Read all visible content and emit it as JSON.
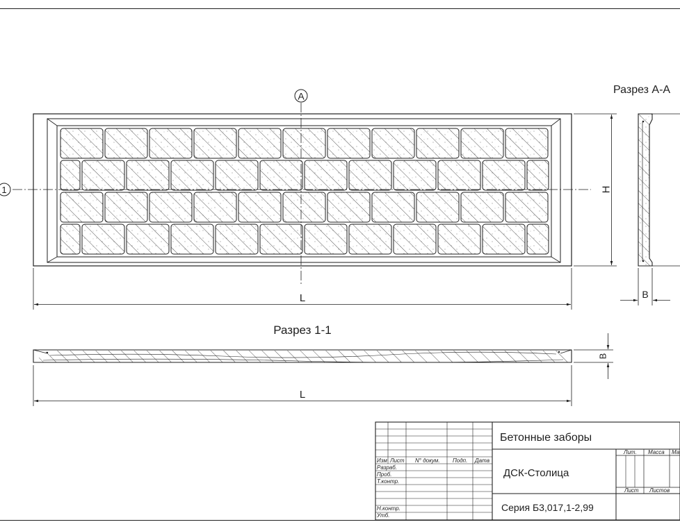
{
  "labels": {
    "section_a": "Разрез А-А",
    "section_1": "Разрез 1-1",
    "marker_a": "А",
    "marker_1": "1",
    "dim_length": "L",
    "dim_length_2": "L",
    "dim_height": "Н",
    "dim_thickness": "В",
    "dim_thickness_2": "В"
  },
  "title_block": {
    "title": "Бетонные заборы",
    "organization": "ДСК-Столица",
    "series": "Серия Б3,017,1-2,99",
    "col_izm": "Изм",
    "col_list": "Лист",
    "col_doc": "N° докум.",
    "col_sign": "Подп.",
    "col_date": "Дата",
    "row_razrab": "Разраб.",
    "row_prov": "Проб.",
    "row_tkontr": "Т.контр.",
    "row_nkontr": "Н.контр.",
    "row_utv": "Утб.",
    "lit": "Лит.",
    "mass": "Масса",
    "scale": "Масштаб",
    "sheet": "Лист",
    "sheets": "Листов"
  },
  "colors": {
    "line": "#1e1e1e",
    "hatch": "#2a2a2a",
    "paper": "#ffffff"
  }
}
